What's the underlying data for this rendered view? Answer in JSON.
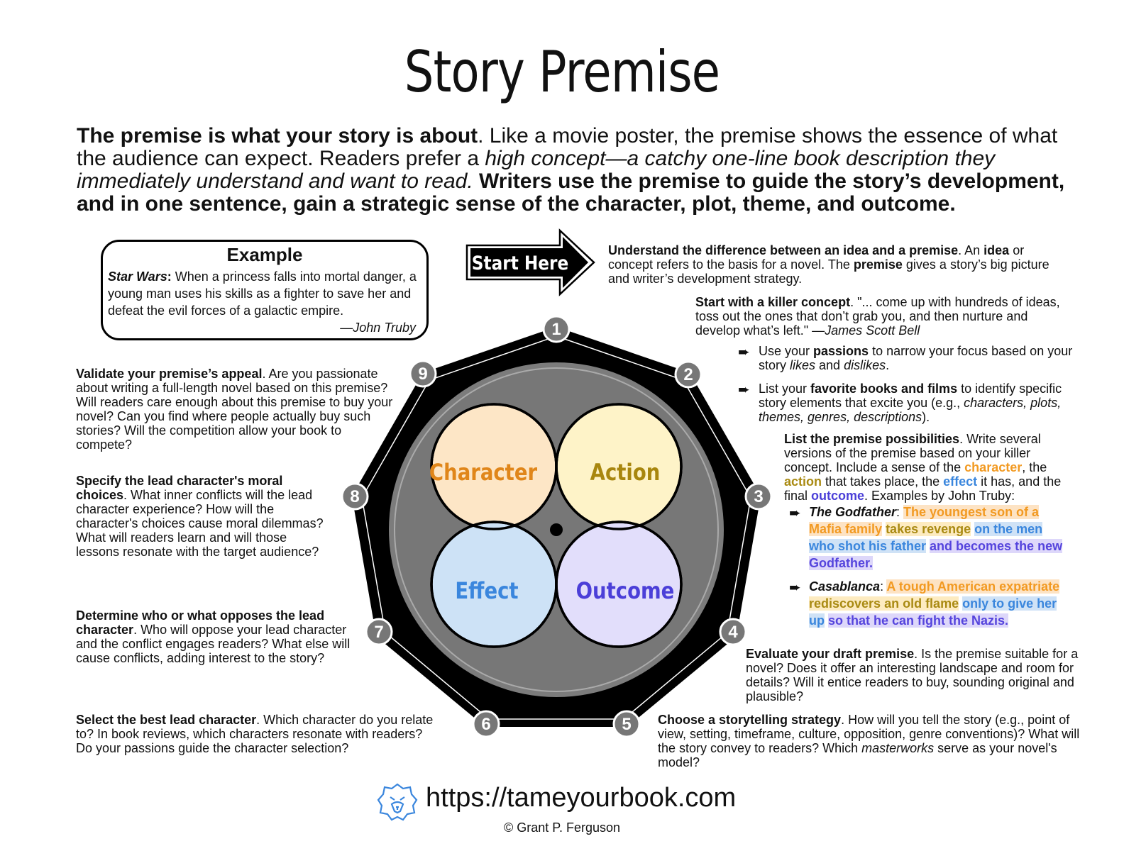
{
  "title": "Story Premise",
  "intro": {
    "p1_bold": "The premise is what your story is about",
    "p1_rest": ". Like a movie poster, the premise shows the essence of what the audience can expect. Readers prefer a ",
    "p1_italic": "high concept—a catchy one-line book description they immediately understand and want to read.",
    "p1_bold2": " Writers use the premise to guide the story’s development, and in one sentence, gain a strategic sense of the character, plot, theme, and outcome."
  },
  "example": {
    "title": "Example",
    "film": "Star Wars",
    "colon": ":",
    "text": " When a princess falls into mortal danger, a young man uses his skills as a fighter to save her and defeat the evil forces of a galactic empire.",
    "attribution": "—John Truby"
  },
  "start_here": "Start Here",
  "diagram": {
    "circles": [
      {
        "label": "Character",
        "color": "#e0861a",
        "fill": "#fde6c6"
      },
      {
        "label": "Action",
        "color": "#a8860e",
        "fill": "#fef3c8"
      },
      {
        "label": "Effect",
        "color": "#3a86dd",
        "fill": "#cde2f6"
      },
      {
        "label": "Outcome",
        "color": "#4b3fd8",
        "fill": "#e2defb"
      }
    ],
    "steps": [
      "1",
      "2",
      "3",
      "4",
      "5",
      "6",
      "7",
      "8",
      "9"
    ]
  },
  "step_texts": {
    "s1_bold": "Understand the difference between an idea and a premise",
    "s1_a": ". An ",
    "s1_idea": "idea",
    "s1_b": " or concept refers to the basis for a novel. The ",
    "s1_premise": "premise",
    "s1_c": " gives a story’s big picture and writer’s development strategy.",
    "s2_bold": "Start with a killer concept",
    "s2_a": ". \"... come up with hundreds of ideas, toss out the ones that don’t grab you, and then nurture and develop what’s left.\"  ",
    "s2_attrib": "—James Scott Bell",
    "b1_a": "Use your ",
    "b1_bold": "passions",
    "b1_b": " to narrow your focus based on your story ",
    "b1_i1": "likes",
    "b1_c": " and ",
    "b1_i2": "dislikes",
    "b1_d": ".",
    "b2_a": "List your ",
    "b2_bold": "favorite books and films",
    "b2_b": " to identify specific story elements that excite you (e.g., ",
    "b2_i": "characters, plots, themes, genres, descriptions",
    "b2_c": ").",
    "s3_bold": "List the premise possibilities",
    "s3_a": ". Write several versions of the premise based on your killer concept. Include a sense of the ",
    "s3_character": "character",
    "s3_b": ", the ",
    "s3_action": "action",
    "s3_c": " that takes place, the ",
    "s3_effect": "effect",
    "s3_d": " it has, and the final ",
    "s3_outcome": "outcome",
    "s3_e": ". Examples by John Truby:",
    "ex1_title": "The Godfather",
    "ex1_colon": ":",
    "ex1_c": "The youngest son of a Mafia family",
    "ex1_a": "takes revenge",
    "ex1_e": "on the men who shot his father",
    "ex1_o": "and becomes the new Godfather.",
    "ex2_title": "Casablanca",
    "ex2_colon": ":",
    "ex2_c": "A tough American expatriate",
    "ex2_a": "rediscovers an old flame",
    "ex2_e": "only to give her up",
    "ex2_o": "so that he can fight the Nazis.",
    "s4_bold": "Evaluate your draft premise",
    "s4_a": ". Is the premise suitable for a novel? Does it offer an interesting landscape and room for details? Will it entice readers to buy, sounding original and plausible?",
    "s5_bold": "Choose a storytelling strategy",
    "s5_a": ". How will you tell the story (e.g., point of view, setting, timeframe, culture, opposition, genre conventions)? What will the story convey to readers? Which ",
    "s5_i": "masterworks",
    "s5_b": " serve as your novel's model?",
    "s6_bold": "Select the best lead character",
    "s6_a": ". Which character do you relate to? In book reviews, which characters resonate with readers? Do your passions guide the character selection?",
    "s7_bold": "Determine who or what opposes the lead character",
    "s7_a": ". Who will oppose your lead character and the conflict engages readers? What else will cause conflicts, adding interest to the story?",
    "s8_bold": "Specify the lead character's moral choices",
    "s8_a": ". What inner conflicts will the lead character experience? How will the character's choices cause moral dilemmas? What  will readers learn and will those lessons resonate with the target audience?",
    "s9_bold": "Validate your premise’s appeal",
    "s9_a": ". Are you passionate about writing a full-length novel based on this premise? Will readers care enough about this premise to buy your novel? Can you find where people actually buy such stories? Will the competition allow your book to compete?"
  },
  "bullet_icon": "right-arrow-icon",
  "footer": {
    "url": "https://tameyourbook.com",
    "copyright": "© Grant P. Ferguson",
    "logo_icon": "lion-head-icon"
  }
}
